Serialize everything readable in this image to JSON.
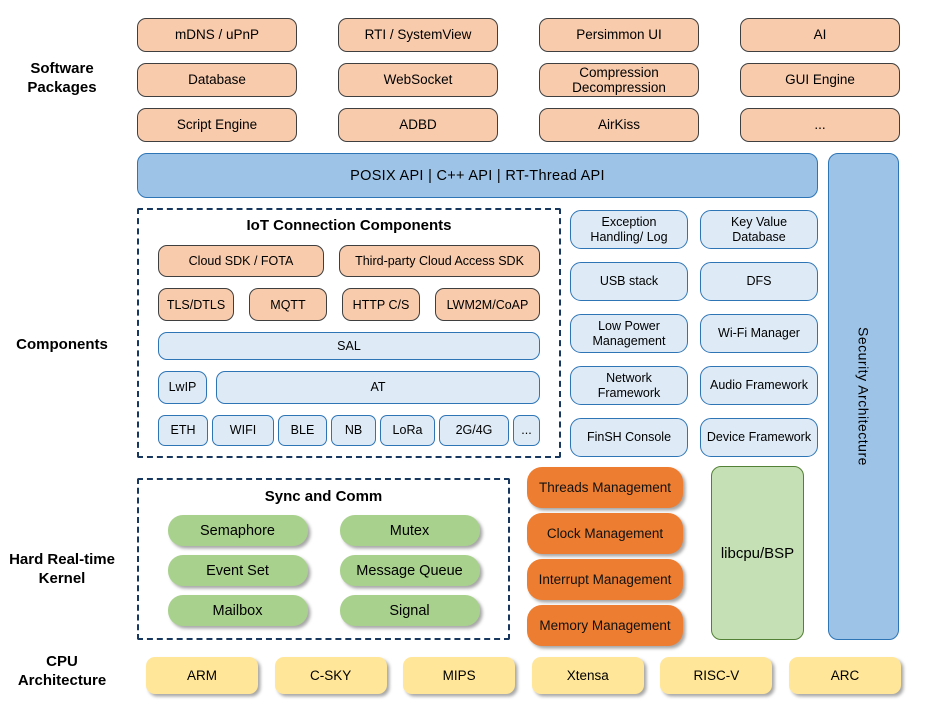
{
  "labels": {
    "software_packages": "Software Packages",
    "components": "Components",
    "kernel": "Hard Real-time Kernel",
    "cpu": "CPU Architecture"
  },
  "software_packages": {
    "items": [
      "mDNS / uPnP",
      "RTI / SystemView",
      "Persimmon UI",
      "AI",
      "Database",
      "WebSocket",
      "Compression Decompression",
      "GUI Engine",
      "Script Engine",
      "ADBD",
      "AirKiss",
      "..."
    ]
  },
  "api_bar": {
    "label": "POSIX API | C++ API | RT-Thread API"
  },
  "security": {
    "label": "Security Architecture"
  },
  "iot": {
    "title": "IoT Connection Components",
    "sdk_row": [
      "Cloud SDK / FOTA",
      "Third-party Cloud Access SDK"
    ],
    "protocol_row": [
      "TLS/DTLS",
      "MQTT",
      "HTTP C/S",
      "LWM2M/CoAP"
    ],
    "sal": "SAL",
    "lwip": "LwIP",
    "at": "AT",
    "links": [
      "ETH",
      "WIFI",
      "BLE",
      "NB",
      "LoRa",
      "2G/4G",
      "..."
    ]
  },
  "components_right": {
    "items": [
      "Exception Handling/ Log",
      "Key Value Database",
      "USB stack",
      "DFS",
      "Low Power Management",
      "Wi-Fi Manager",
      "Network Framework",
      "Audio Framework",
      "FinSH Console",
      "Device Framework"
    ]
  },
  "kernel": {
    "sync_title": "Sync and Comm",
    "sync_items": [
      "Semaphore",
      "Mutex",
      "Event Set",
      "Message Queue",
      "Mailbox",
      "Signal"
    ],
    "management": [
      "Threads Management",
      "Clock Management",
      "Interrupt Management",
      "Memory Management"
    ],
    "libcpu": "libcpu/BSP"
  },
  "cpu_architectures": {
    "items": [
      "ARM",
      "C-SKY",
      "MIPS",
      "Xtensa",
      "RISC-V",
      "ARC"
    ]
  },
  "palette": {
    "package_fill": "#F8CBAD",
    "api_fill": "#9DC3E6",
    "component_fill": "#DEEBF7",
    "component_border": "#2E75B6",
    "kernel_green": "#A9D18E",
    "kernel_orange": "#ED7D31",
    "libcpu_fill": "#C5E0B4",
    "libcpu_border": "#538135",
    "cpu_fill": "#FFE699",
    "dashed_border": "#17375E"
  }
}
